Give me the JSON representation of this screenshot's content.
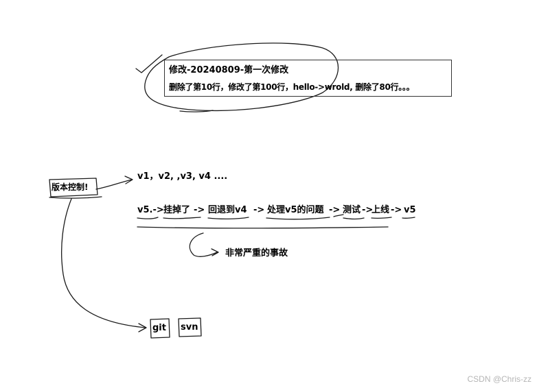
{
  "note": {
    "title": "修改-20240809-第一次修改",
    "detail": "删除了第10行，修改了第100行，hello->wrold, 删除了80行。。。"
  },
  "version_control": {
    "label": "版本控制!",
    "versions_text": "v1，v2, ,v3, v4 ....",
    "flow": [
      "v5.->",
      "挂掉了",
      "->",
      "回退到v4",
      "->",
      "处理v5的问题",
      "->",
      "测试",
      "->",
      "上线",
      "->",
      "v5"
    ],
    "consequence": "非常严重的事故",
    "tools": [
      "git",
      "svn"
    ]
  },
  "watermark": "CSDN @Chris-zz"
}
